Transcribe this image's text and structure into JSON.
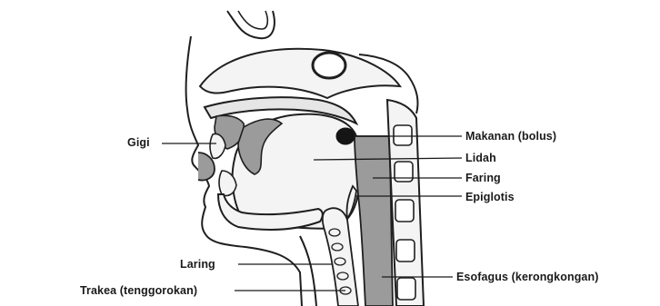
{
  "labels": {
    "gigi": "Gigi",
    "bolus": "Makanan (bolus)",
    "lidah": "Lidah",
    "faring": "Faring",
    "epiglotis": "Epiglotis",
    "laring": "Laring",
    "trakea": "Trakea (tenggorokan)",
    "esofagus": "Esofagus (kerongkongan)"
  },
  "colors": {
    "outline": "#1f1f1f",
    "tissue_fill": "#f4f4f4",
    "shaded_fill": "#9b9b9b",
    "bolus_fill": "#151515",
    "background": "#ffffff"
  }
}
